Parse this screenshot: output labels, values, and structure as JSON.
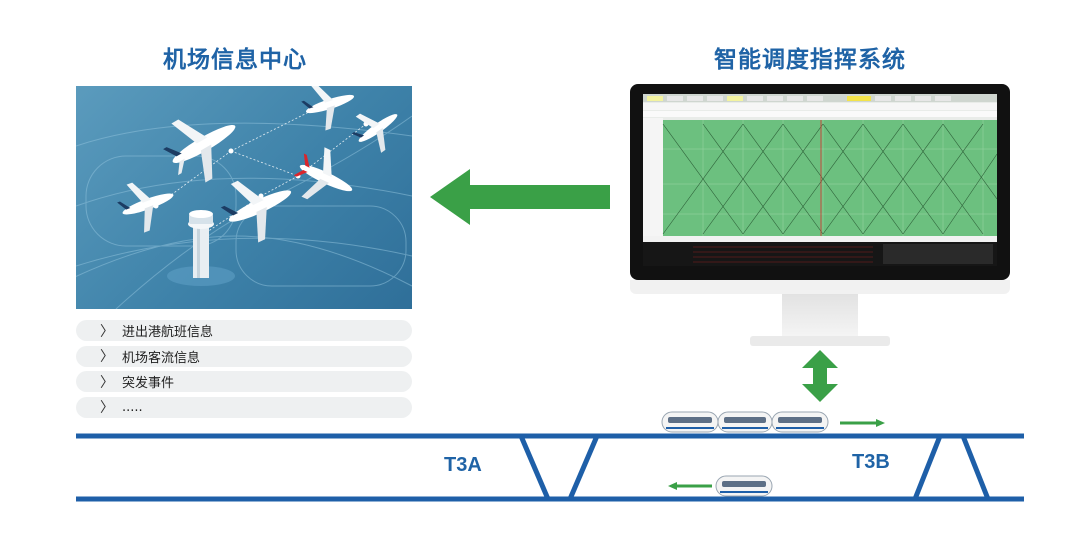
{
  "left_panel": {
    "title": "机场信息中心",
    "items": [
      {
        "chevron": "〉",
        "label": "进出港航班信息"
      },
      {
        "chevron": "〉",
        "label": "机场客流信息"
      },
      {
        "chevron": "〉",
        "label": "突发事件"
      },
      {
        "chevron": "〉",
        "label": "....."
      }
    ]
  },
  "right_panel": {
    "title": "智能调度指挥系统"
  },
  "stations": {
    "t3a": "T3A",
    "t3b": "T3B"
  },
  "icons": {
    "flow_arrow": "arrow-left-icon",
    "link_arrow": "double-arrow-vertical-icon",
    "train": "train-icon",
    "direction_right": "arrow-right-icon",
    "direction_left": "arrow-left-icon"
  },
  "colors": {
    "accent_blue": "#1f63a6",
    "arrow_green": "#3aa047",
    "track_blue": "#1e5fa8",
    "chart_green": "#6cc07f",
    "panel_blue": "#4589b0",
    "highlight_plane": "#d9262c"
  }
}
